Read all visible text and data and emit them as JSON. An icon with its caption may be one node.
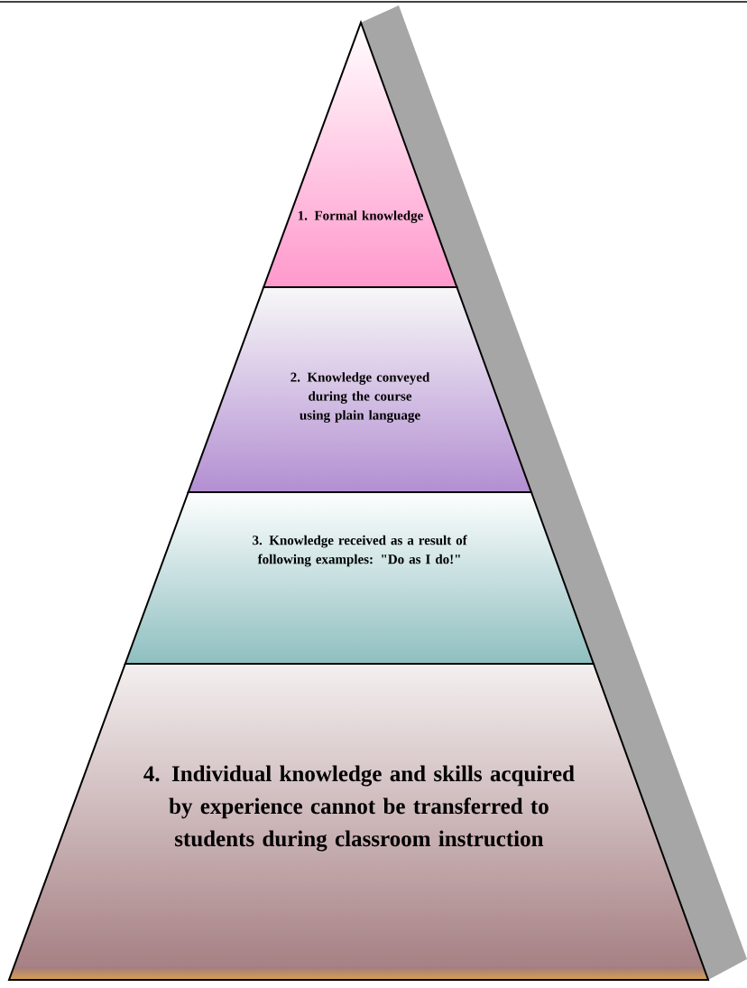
{
  "diagram": {
    "nodes": [
      {
        "text": [
          "1. Formal knowledge"
        ]
      },
      {
        "text": [
          "2. Knowledge conveyed during the course using plain language"
        ]
      },
      {
        "text": [
          "3. Knowledge received as a result of following examples: \"Do as I do!\""
        ]
      },
      {
        "text": [
          "4. Individual knowledge and skills acquired by experience cannot be transferred to students during classroom instruction"
        ]
      }
    ]
  }
}
